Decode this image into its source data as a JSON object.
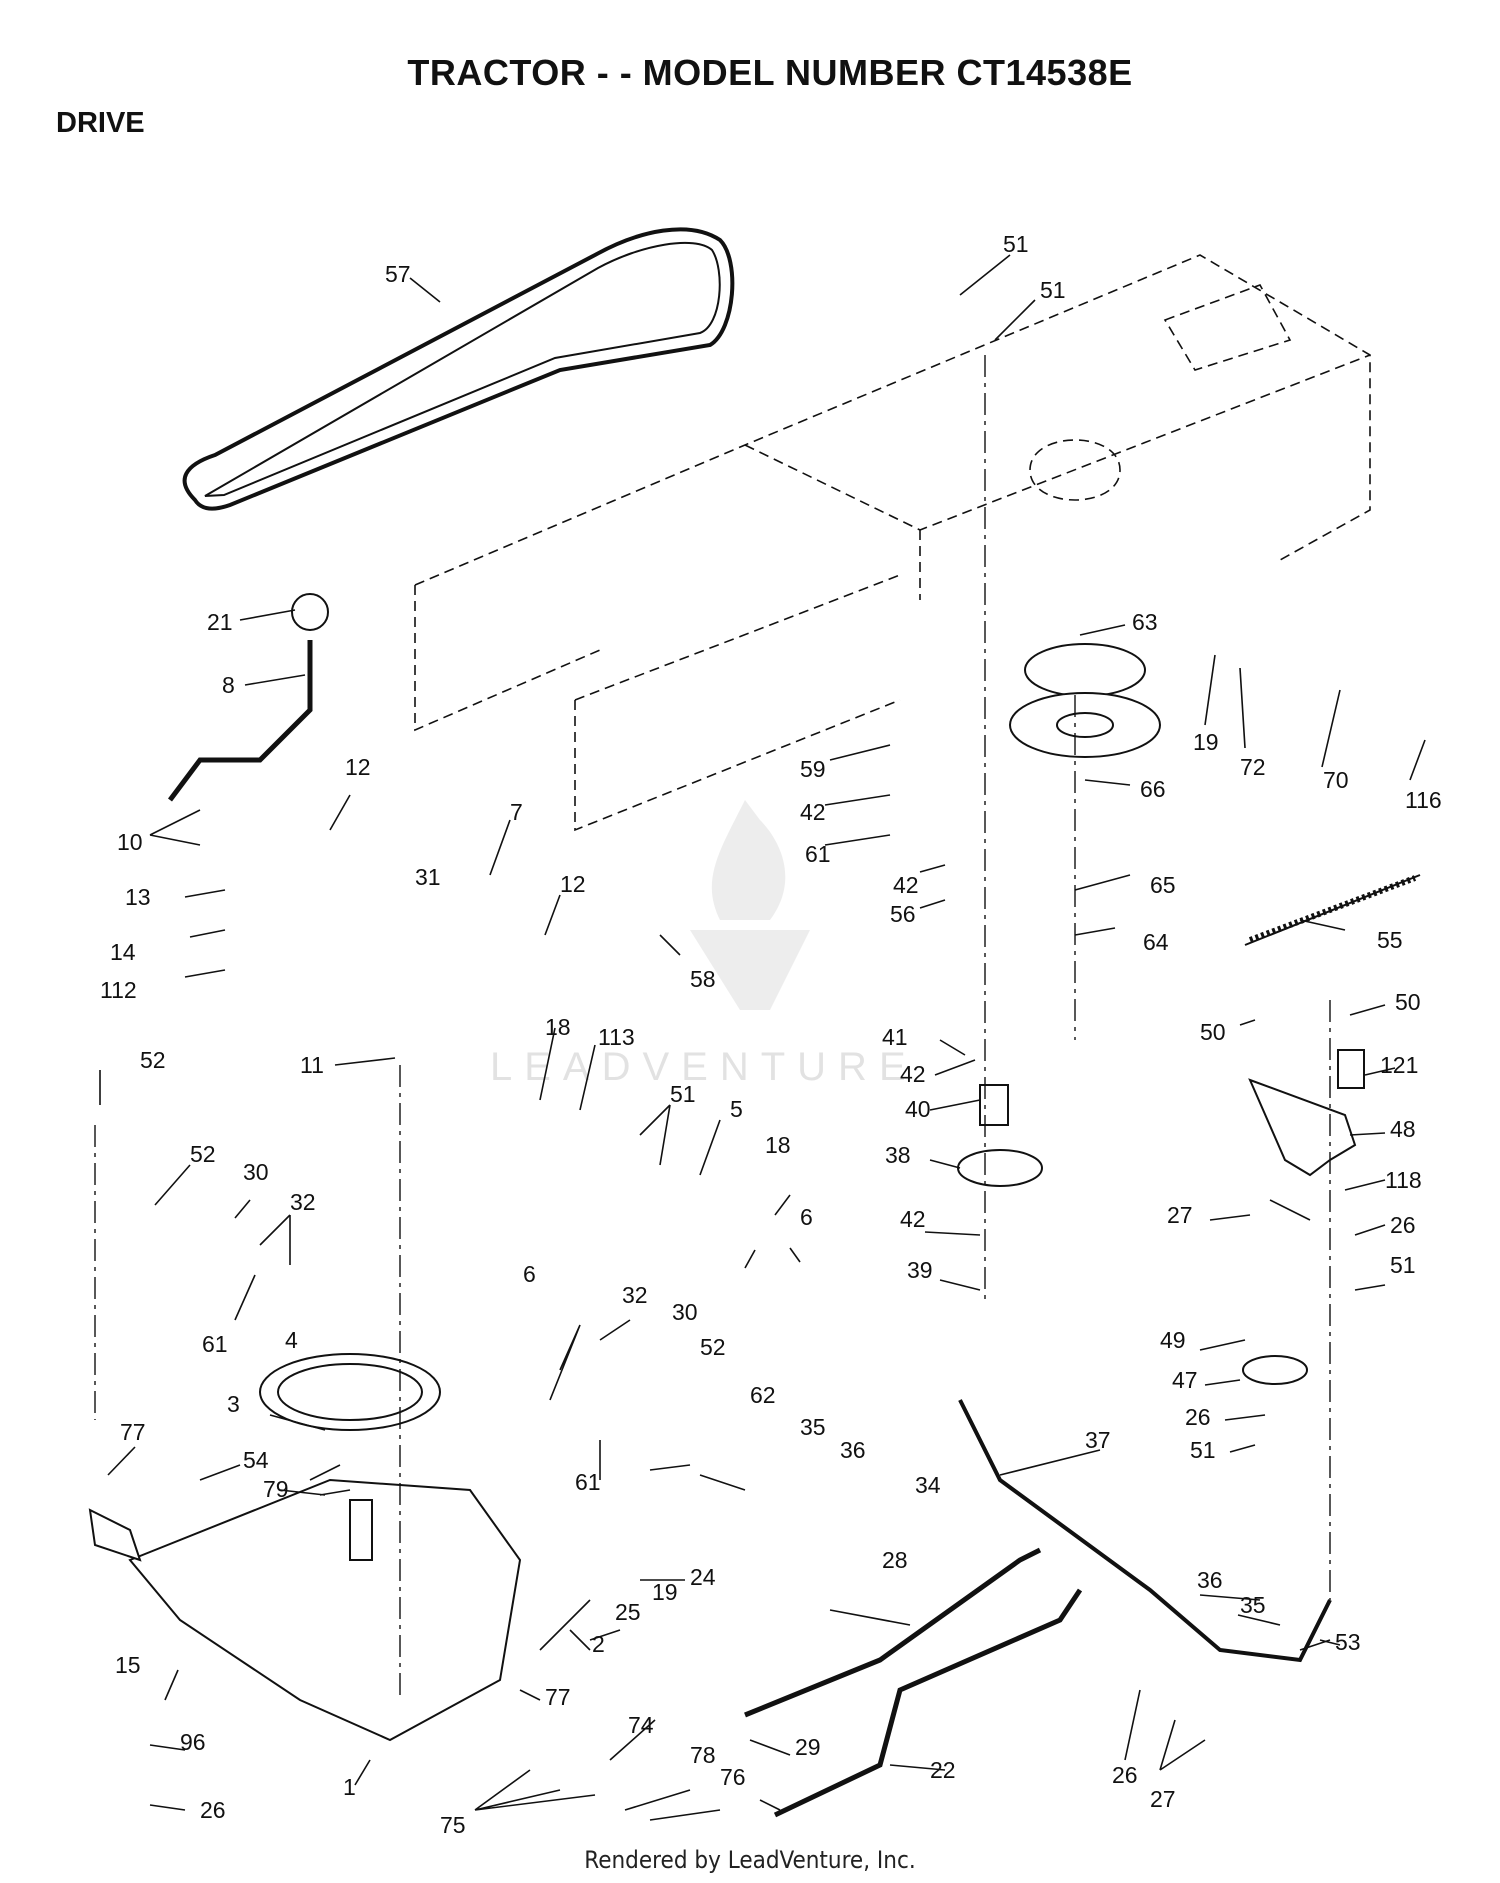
{
  "header": {
    "title": "TRACTOR - - MODEL NUMBER CT14538E",
    "section": "DRIVE"
  },
  "footer": {
    "credit": "Rendered by LeadVenture, Inc."
  },
  "watermark": {
    "text": "LEADVENTURE"
  },
  "callouts": [
    "57",
    "51",
    "51",
    "63",
    "21",
    "8",
    "12",
    "31",
    "7",
    "10",
    "12",
    "13",
    "14",
    "112",
    "19",
    "72",
    "70",
    "116",
    "59",
    "42",
    "61",
    "66",
    "42",
    "56",
    "65",
    "64",
    "55",
    "58",
    "18",
    "113",
    "11",
    "52",
    "52",
    "30",
    "32",
    "61",
    "51",
    "5",
    "18",
    "6",
    "6",
    "41",
    "42",
    "40",
    "38",
    "42",
    "39",
    "50",
    "50",
    "121",
    "48",
    "27",
    "118",
    "26",
    "51",
    "4",
    "3",
    "32",
    "30",
    "52",
    "61",
    "62",
    "35",
    "36",
    "34",
    "49",
    "47",
    "26",
    "51",
    "37",
    "77",
    "54",
    "79",
    "24",
    "19",
    "25",
    "2",
    "28",
    "36",
    "35",
    "53",
    "15",
    "77",
    "74",
    "96",
    "1",
    "26",
    "75",
    "78",
    "76",
    "29",
    "22",
    "26",
    "27"
  ]
}
